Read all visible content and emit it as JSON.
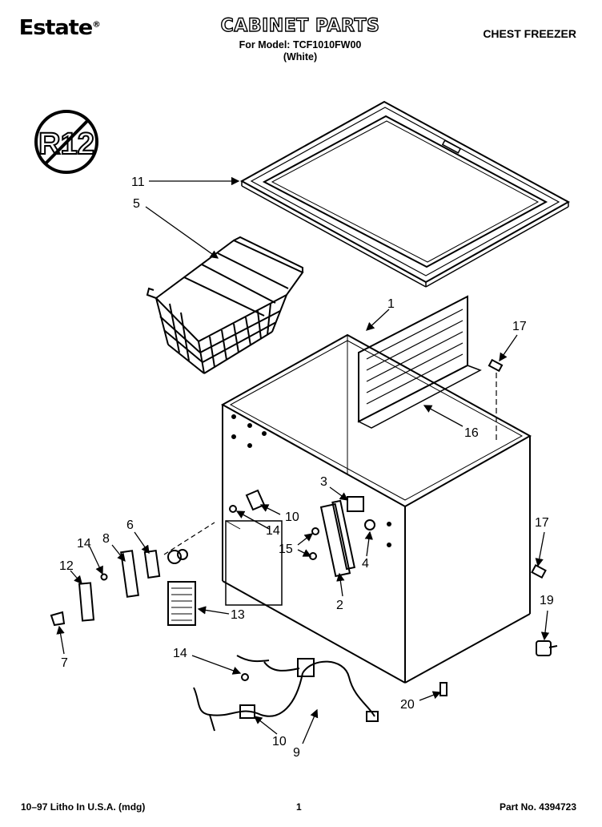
{
  "header": {
    "brand": "Estate",
    "brand_mark": "®",
    "title": "CABINET PARTS",
    "model_line": "For Model: TCF1010FW00",
    "finish": "(White)",
    "category": "CHEST FREEZER"
  },
  "badge": {
    "text": "R12"
  },
  "callouts": [
    "11",
    "5",
    "1",
    "17",
    "16",
    "3",
    "10",
    "14",
    "6",
    "8",
    "14",
    "12",
    "15",
    "4",
    "2",
    "17",
    "19",
    "7",
    "13",
    "14",
    "20",
    "10",
    "9"
  ],
  "footer": {
    "print_info": "10–97 Litho In U.S.A. (mdg)",
    "page_number": "1",
    "part_number": "Part No. 4394723"
  }
}
